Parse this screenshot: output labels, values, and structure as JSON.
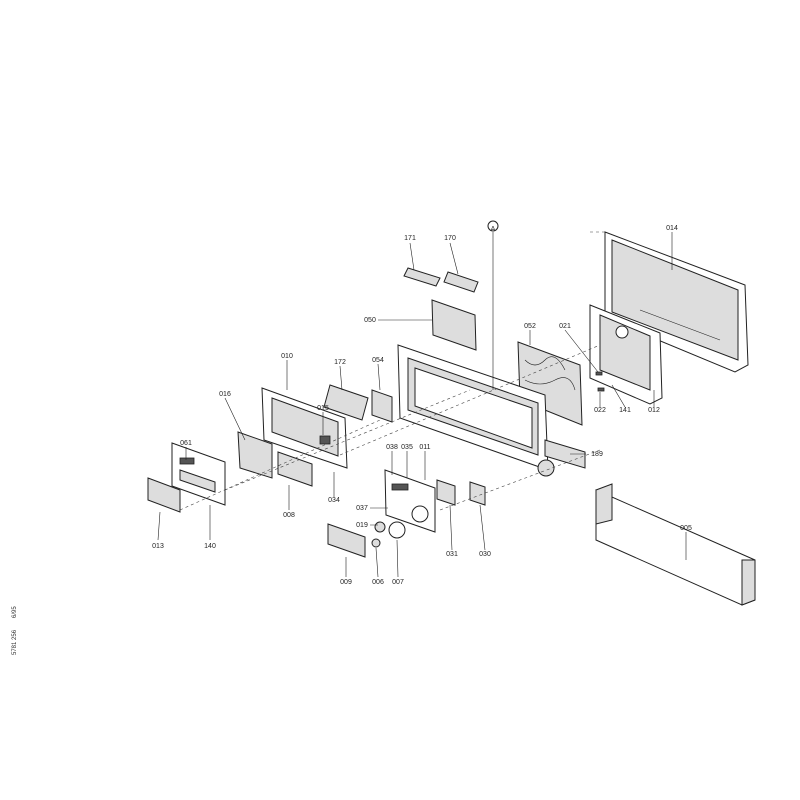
{
  "labels": [
    "171",
    "170",
    "A",
    "014",
    "050",
    "052",
    "021",
    "010",
    "172",
    "054",
    "016",
    "061",
    "015",
    "022",
    "141",
    "012",
    "038",
    "035",
    "011",
    "189",
    "034",
    "037",
    "008",
    "019",
    "031",
    "030",
    "005",
    "013",
    "140",
    "009",
    "006",
    "007"
  ],
  "side_note": {
    "drawing_no": "5781 256",
    "date": "6/95"
  }
}
